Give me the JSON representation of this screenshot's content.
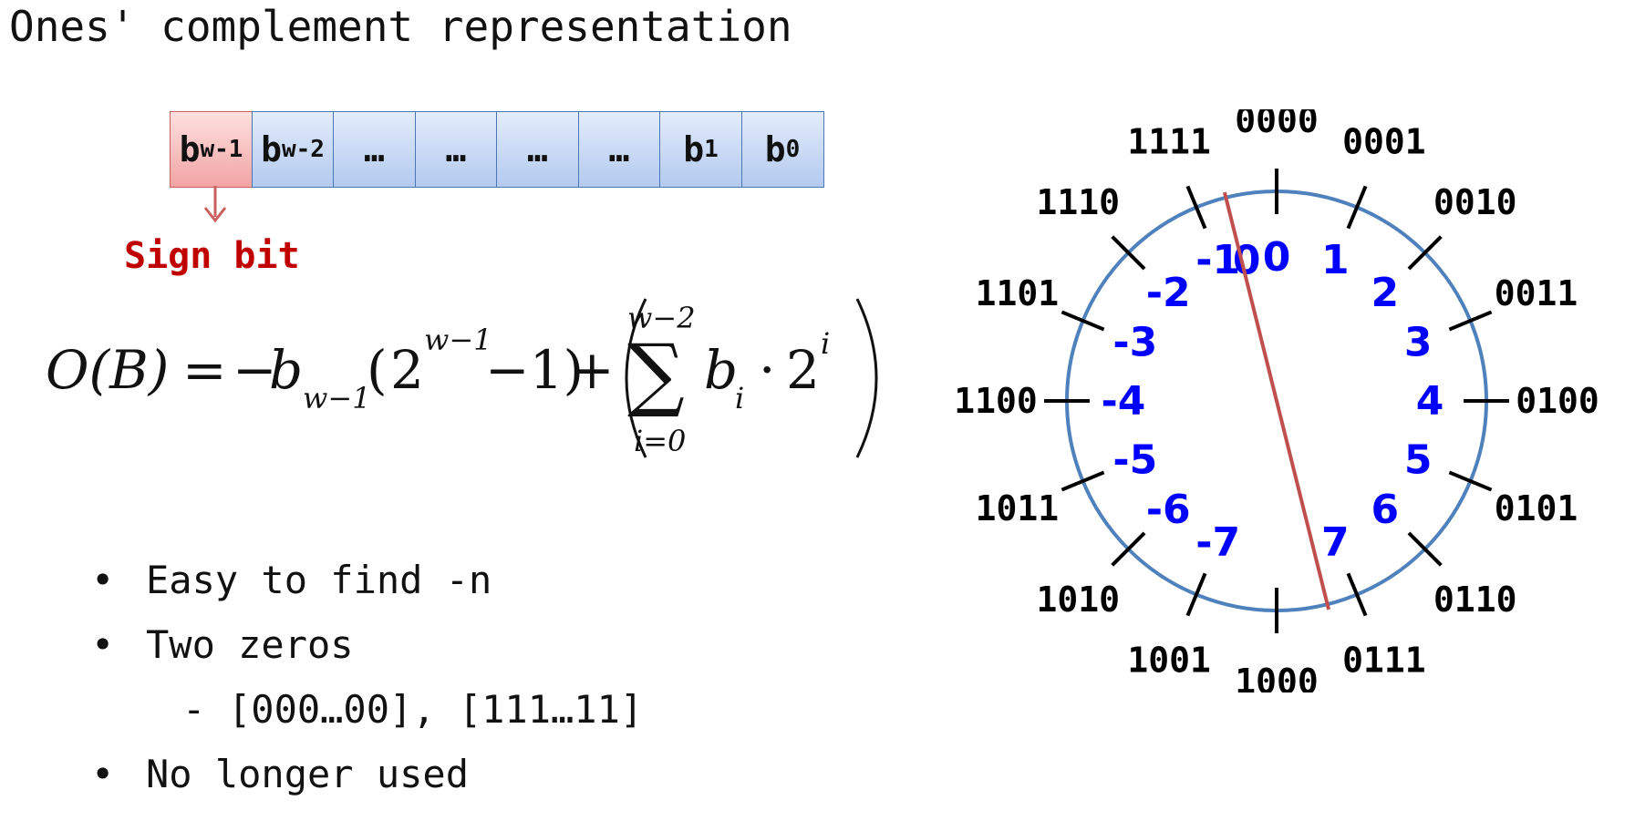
{
  "title": "Ones' complement representation",
  "bit_cells": [
    {
      "base": "b",
      "sub": "w-1"
    },
    {
      "base": "b",
      "sub": "w-2"
    },
    {
      "base": "…",
      "sub": ""
    },
    {
      "base": "…",
      "sub": ""
    },
    {
      "base": "…",
      "sub": ""
    },
    {
      "base": "…",
      "sub": ""
    },
    {
      "base": "b",
      "sub": "1"
    },
    {
      "base": "b",
      "sub": "0"
    }
  ],
  "sign_label": "Sign bit",
  "formula": {
    "lhs": "O(B)",
    "equals": "=",
    "minus": "−",
    "b": "b",
    "sub_w1": "w−1",
    "open": "(",
    "two": "2",
    "sup_w1": "w−1",
    "minus_one": "−1)",
    "plus": "+",
    "sum_top": "w−2",
    "sum_sign": "∑",
    "sum_bottom": "i=0",
    "bi": "b",
    "sub_i": "i",
    "dot": "·",
    "two_i": "2",
    "sup_i": "i"
  },
  "bullets": [
    {
      "dot": "•",
      "text": "Easy to find -n"
    },
    {
      "dot": "•",
      "text": "Two zeros"
    },
    {
      "dot": "-",
      "text": "[000…00], [111…11]"
    },
    {
      "dot": "•",
      "text": "No longer used"
    }
  ],
  "wheel": {
    "binary": [
      "0000",
      "0001",
      "0010",
      "0011",
      "0100",
      "0101",
      "0110",
      "0111",
      "1000",
      "1001",
      "1010",
      "1011",
      "1100",
      "1101",
      "1110",
      "1111"
    ],
    "values": [
      "0",
      "1",
      "2",
      "3",
      "4",
      "5",
      "6",
      "7",
      "-7",
      "-6",
      "-5",
      "-4",
      "-3",
      "-2",
      "-1",
      "0"
    ],
    "colors": {
      "circle": "#4f81bd",
      "divider": "#c0504d",
      "values": "#0000ff",
      "binary": "#000000"
    }
  }
}
